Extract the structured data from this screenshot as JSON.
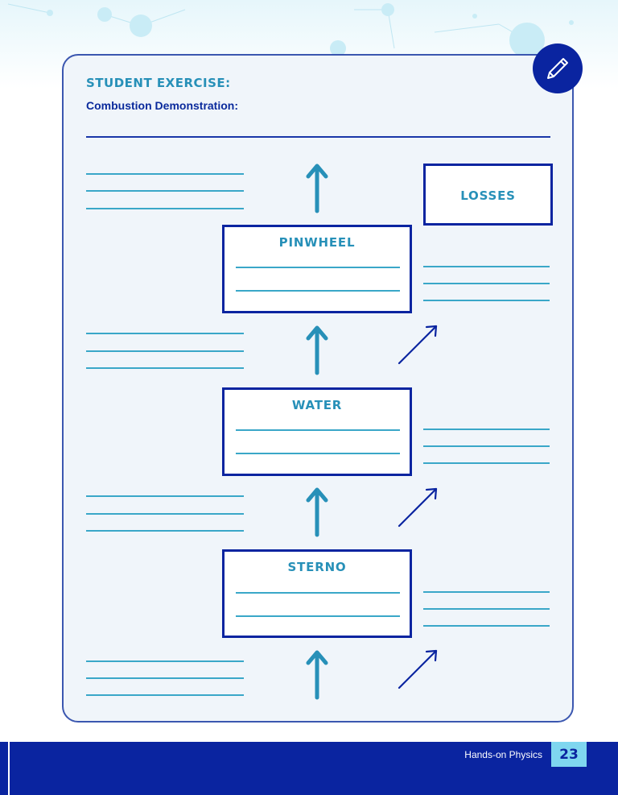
{
  "exercise": {
    "title": "STUDENT EXERCISE:",
    "subtitle": "Combustion Demonstration:"
  },
  "diagram": {
    "losses_label": "LOSSES",
    "stages": [
      {
        "label": "PINWHEEL"
      },
      {
        "label": "WATER"
      },
      {
        "label": "STERNO"
      }
    ]
  },
  "colors": {
    "navy": "#0a24a0",
    "teal": "#2790b8",
    "panel_bg": "#f0f5fa"
  },
  "footer": {
    "text": "Hands-on Physics",
    "page_number": "23"
  },
  "icons": {
    "badge": "pencil-icon"
  }
}
